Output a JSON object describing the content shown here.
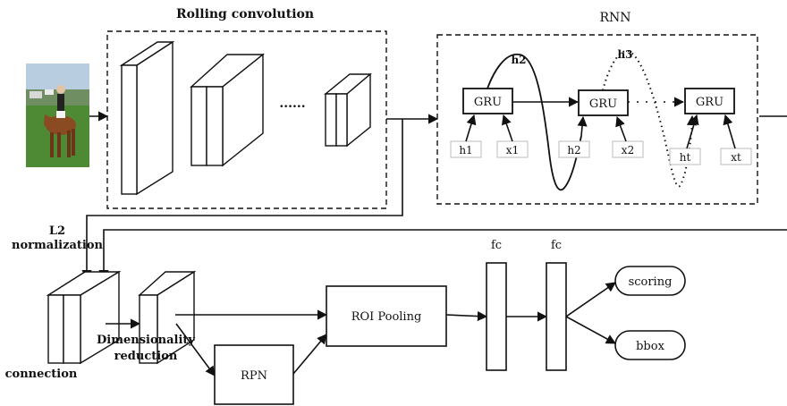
{
  "titles": {
    "rolling_convolution": "Rolling convolution",
    "rnn": "RNN"
  },
  "gru": {
    "cells": [
      "GRU",
      "GRU",
      "GRU"
    ],
    "dots": "· · · · · ·",
    "arc_labels": [
      "h2",
      "h3"
    ],
    "inputs": [
      "h1",
      "x1",
      "h2",
      "x2",
      "ht",
      "xt"
    ]
  },
  "conv": {
    "ellipsis": "......"
  },
  "labels": {
    "l2_line1": "L2",
    "l2_line2": "normalization",
    "connection": "connection",
    "dim_line1": "Dimensionality",
    "dim_line2": "reduction",
    "rpn": "RPN",
    "roi_pooling": "ROI Pooling",
    "fc1": "fc",
    "fc2": "fc",
    "scoring": "scoring",
    "bbox": "bbox"
  },
  "photo": {
    "subject": "rider on horse"
  },
  "colors": {
    "stroke": "#111111",
    "grass": "#4e8a34",
    "sky": "#b9cde0",
    "horse": "#8a4a22"
  }
}
